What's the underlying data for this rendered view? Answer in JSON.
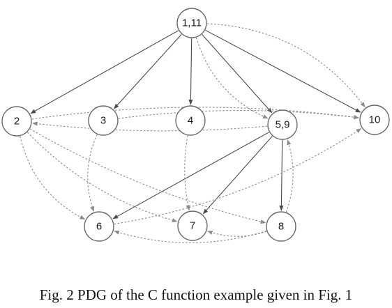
{
  "nodes": [
    {
      "id": "n1_11",
      "label": "1,11"
    },
    {
      "id": "n2",
      "label": "2"
    },
    {
      "id": "n3",
      "label": "3"
    },
    {
      "id": "n4",
      "label": "4"
    },
    {
      "id": "n5_9",
      "label": "5,9"
    },
    {
      "id": "n10",
      "label": "10"
    },
    {
      "id": "n6",
      "label": "6"
    },
    {
      "id": "n7",
      "label": "7"
    },
    {
      "id": "n8",
      "label": "8"
    }
  ],
  "edges": [
    {
      "from": "n1_11",
      "to": "n2",
      "kind": "control"
    },
    {
      "from": "n1_11",
      "to": "n3",
      "kind": "control"
    },
    {
      "from": "n1_11",
      "to": "n4",
      "kind": "control"
    },
    {
      "from": "n1_11",
      "to": "n5_9",
      "kind": "control"
    },
    {
      "from": "n1_11",
      "to": "n10",
      "kind": "control"
    },
    {
      "from": "n5_9",
      "to": "n6",
      "kind": "control"
    },
    {
      "from": "n5_9",
      "to": "n7",
      "kind": "control"
    },
    {
      "from": "n5_9",
      "to": "n8",
      "kind": "control"
    },
    {
      "from": "n1_11",
      "to": "n5_9",
      "kind": "data"
    },
    {
      "from": "n1_11",
      "to": "n10",
      "kind": "data"
    },
    {
      "from": "n2",
      "to": "n6",
      "kind": "data"
    },
    {
      "from": "n2",
      "to": "n7",
      "kind": "data"
    },
    {
      "from": "n2",
      "to": "n8",
      "kind": "data"
    },
    {
      "from": "n2",
      "to": "n10",
      "kind": "data"
    },
    {
      "from": "n3",
      "to": "n6",
      "kind": "data"
    },
    {
      "from": "n3",
      "to": "n10",
      "kind": "data"
    },
    {
      "from": "n4",
      "to": "n7",
      "kind": "data"
    },
    {
      "from": "n5_9",
      "to": "n2",
      "kind": "data"
    },
    {
      "from": "n8",
      "to": "n5_9",
      "kind": "data"
    },
    {
      "from": "n8",
      "to": "n7",
      "kind": "data"
    },
    {
      "from": "n8",
      "to": "n6",
      "kind": "data"
    },
    {
      "from": "n6",
      "to": "n10",
      "kind": "data"
    }
  ],
  "caption": "Fig. 2 PDG of the C function example given in Fig. 1"
}
